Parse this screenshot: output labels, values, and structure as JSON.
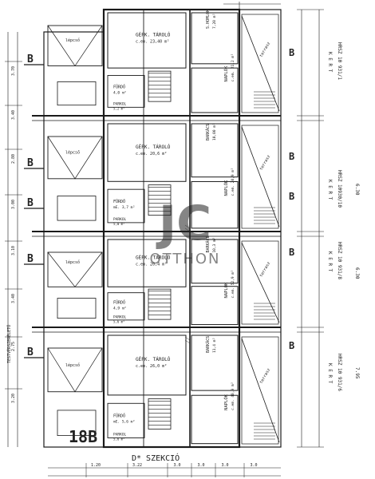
{
  "drawing": {
    "section_marker": "D* SZEKCIÓ",
    "unit_label": "18B",
    "watermark": {
      "logo": "JC",
      "text": "OTTHON",
      "color": "#c9c9c9"
    },
    "line_color": "#1a1a1a",
    "paper_color": "#ffffff",
    "left_margin_label": "TESTVÉRSZERÉLETŐ",
    "section_cuts": [
      "B",
      "B",
      "B",
      "B",
      "B"
    ],
    "plots": [
      {
        "kert": "K E R T",
        "hrsz": "HRSZ 10 931/1"
      },
      {
        "kert": "K E R T",
        "hrsz": "HRSZ 10930/10"
      },
      {
        "kert": "K E R T",
        "hrsz": "HRSZ 10 931/8"
      },
      {
        "kert": "K E R T",
        "hrsz": "HRSZ 10 931/6"
      }
    ],
    "right_dims": [
      "6.30",
      "6.30",
      "7.95"
    ],
    "bands": [
      {
        "rooms": [
          {
            "name": "GÉPK. TÁROLÓ",
            "area": "c.em. 23,40 m²"
          },
          {
            "name": "S.HOMLOK",
            "area": "7,20 m²"
          },
          {
            "name": "NAPLÓK",
            "area": "c.em. 21,2 m²"
          },
          {
            "name": "FÜRDŐ",
            "area": "4,0 m²"
          },
          {
            "name": "PARKOL",
            "area": "5,2 m²"
          }
        ],
        "terrace": "terrasz",
        "stair": "lépcső"
      },
      {
        "rooms": [
          {
            "name": "GÉPK. TÁROLÓ",
            "area": "c.em. 20,6 m²"
          },
          {
            "name": "BARKÁCS",
            "area": "10,00 m²"
          },
          {
            "name": "NAPLÓK",
            "area": "c.em. 20,9 m²"
          },
          {
            "name": "FÜRDŐ",
            "area": "mE. 3,7 m²"
          },
          {
            "name": "PARKOL",
            "area": "5,0 m²"
          }
        ],
        "terrace": "terrasz",
        "stair": "lépcső"
      },
      {
        "rooms": [
          {
            "name": "GÉPK. TÁROLÓ",
            "area": "c.em. 20,4 m²"
          },
          {
            "name": "BARKÁCS",
            "area": "10,3 m²"
          },
          {
            "name": "NAPLÓK",
            "area": "c.em. 52,9 m²"
          },
          {
            "name": "FÜRDŐ",
            "area": "4,9 m²"
          },
          {
            "name": "PARKOL",
            "area": "5,6 m²"
          }
        ],
        "terrace": "terrasz",
        "stair": "lépcső"
      },
      {
        "rooms": [
          {
            "name": "GÉPK. TÁROLÓ",
            "area": "c.em. 26,0 m²"
          },
          {
            "name": "BARKÁCS",
            "area": "11,4 m²"
          },
          {
            "name": "NAPLÓK",
            "area": "c.em. 40,9 m²"
          },
          {
            "name": "FÜRDŐ",
            "area": "mE. 5,6 m²"
          },
          {
            "name": "PARKOL",
            "area": "5,6 m²"
          }
        ],
        "terrace": "terrasz",
        "stair": "lépcső"
      }
    ],
    "bottom_dims": [
      "1.20",
      "3.22",
      "3.0",
      "3.0",
      "3.0",
      "3.0"
    ],
    "left_dims": [
      "3.70",
      "3.40",
      "2.80",
      "3.00",
      "3.10",
      "3.40",
      "2.75",
      "3.20"
    ]
  }
}
